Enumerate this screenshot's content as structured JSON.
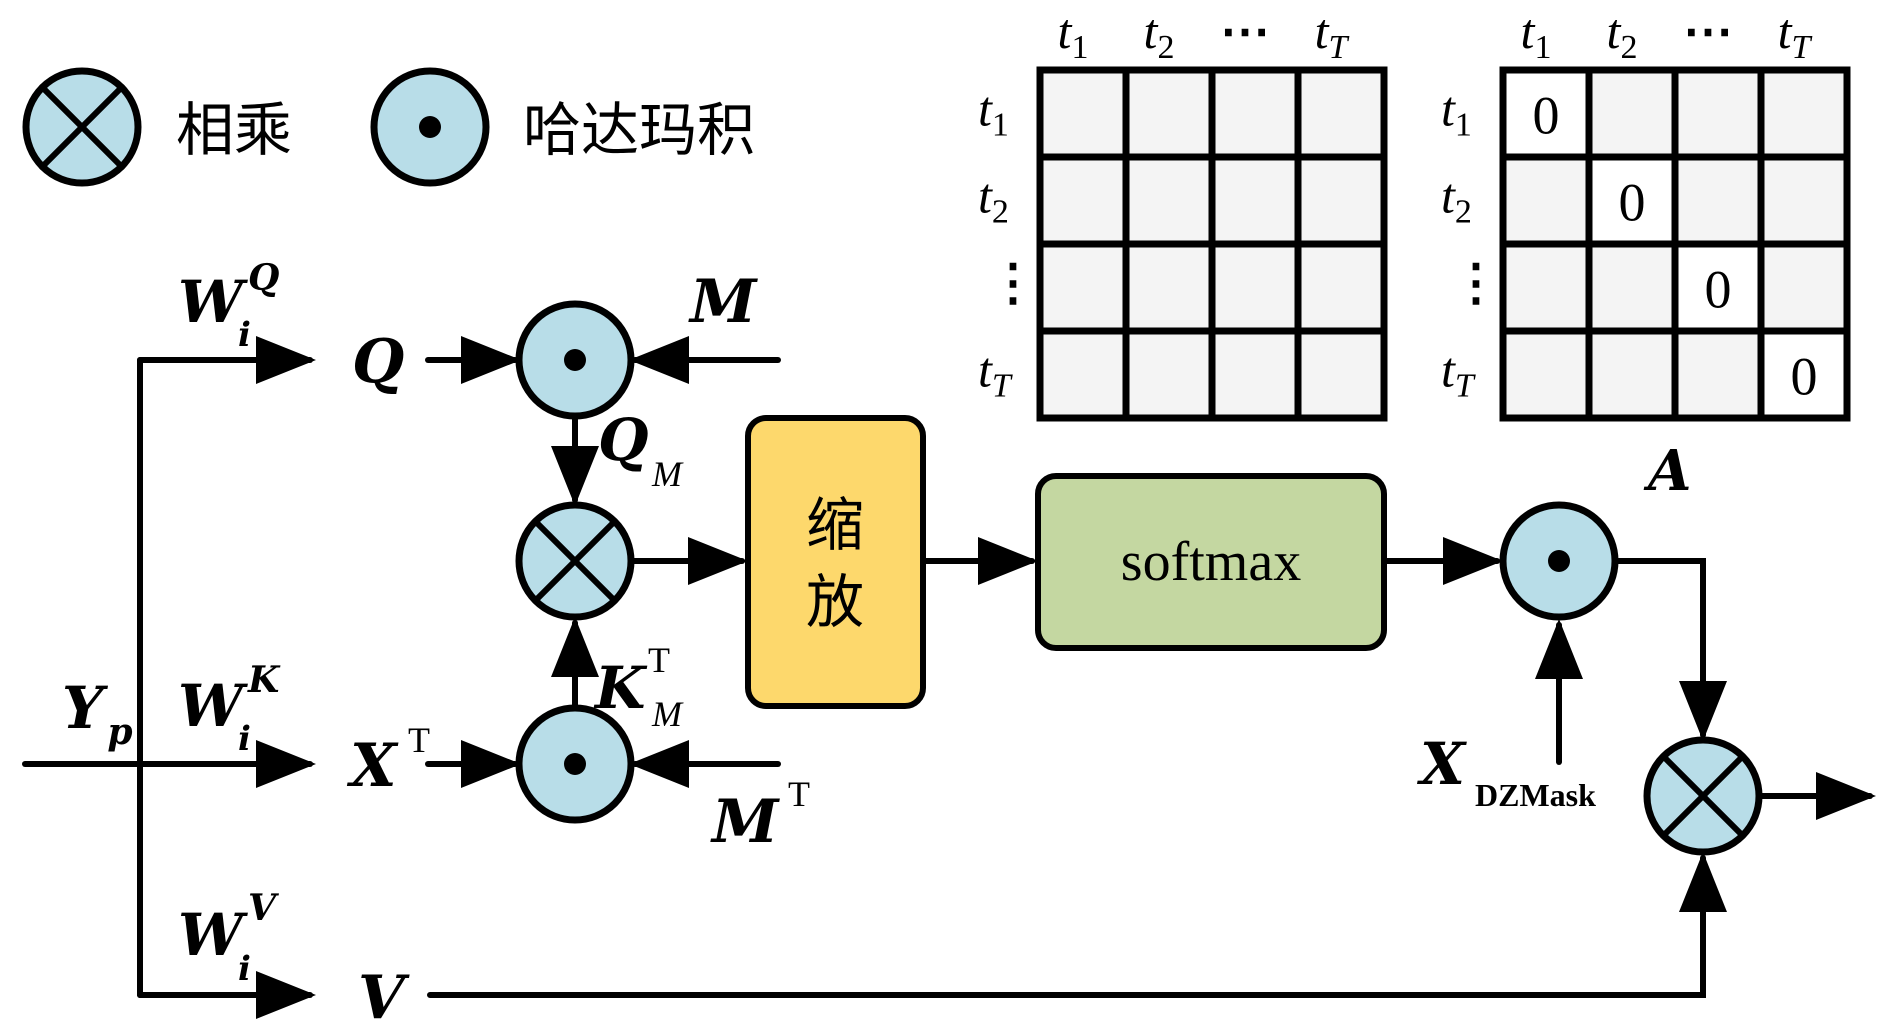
{
  "legend": {
    "multiply_label": "相乘",
    "hadamard_label": "哈达玛积"
  },
  "inputs": {
    "source": {
      "base": "Y",
      "sub": "p"
    },
    "weights": [
      {
        "base": "W",
        "sup": "Q",
        "sub": "i"
      },
      {
        "base": "W",
        "sup": "K",
        "sub": "i"
      },
      {
        "base": "W",
        "sup": "V",
        "sub": "i"
      }
    ],
    "q": "Q",
    "xt": {
      "base": "X",
      "sup": "T"
    },
    "v": "V",
    "m": "M",
    "mt": {
      "base": "M",
      "sup": "T"
    },
    "qm": {
      "base": "Q",
      "sub": "M"
    },
    "km": {
      "base": "K",
      "sup": "T",
      "sub": "M"
    },
    "xdz": {
      "base": "X",
      "sub": "DZMask"
    },
    "a": "A"
  },
  "blocks": {
    "scale_label_1": "缩",
    "scale_label_2": "放",
    "softmax_label": "softmax"
  },
  "matrix_labels": {
    "cols": [
      {
        "base": "t",
        "sub": "1"
      },
      {
        "base": "t",
        "sub": "2"
      },
      {
        "base": "⋯",
        "sub": ""
      },
      {
        "base": "t",
        "sub": "T"
      }
    ],
    "rows": [
      {
        "base": "t",
        "sub": "1"
      },
      {
        "base": "t",
        "sub": "2"
      },
      {
        "base": "⋮",
        "sub": ""
      },
      {
        "base": "t",
        "sub": "T"
      }
    ],
    "diag_value": "0"
  },
  "colors": {
    "node_fill": "#b8dde8",
    "scale_fill": "#fdd86c",
    "softmax_fill": "#c4d7a1",
    "cell_fill": "#f4f4f4"
  }
}
